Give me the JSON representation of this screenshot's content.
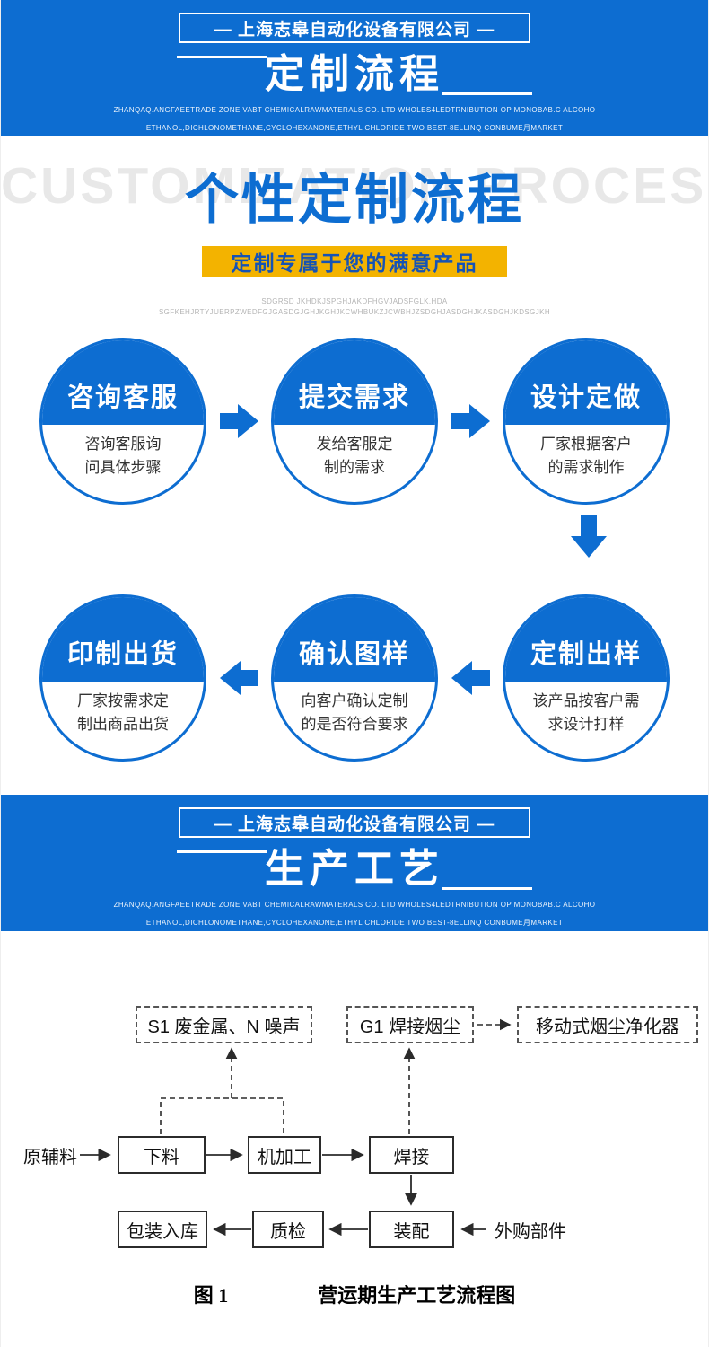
{
  "colors": {
    "primary_blue": "#0d6dd1",
    "accent_yellow": "#f3b300",
    "tagline_text_blue": "#1553b5"
  },
  "banner_top": {
    "company": "— 上海志皋自动化设备有限公司 —",
    "title": "定制流程",
    "fine1": "ZHANQAQ.ANGFAEETRADE ZONE VABT CHEMICALRAWMATERALS CO. LTD WHOLES4LEDTRNIBUTION OP MONOBAB.C ALCOHO",
    "fine2": "ETHANOL,DICHLONOMETHANE,CYCLOHEXANONE,ETHYL CHLORIDE TWO BEST-8ELLINQ CONBUME月MARKET"
  },
  "hero": {
    "watermark": "CUSTOMIZATION PROCESS",
    "title": "个性定制流程",
    "tagline": "定制专属于您的满意产品",
    "fine1": "SDGRSD JKHDKJSPGHJAKDFHGVJADSFGLK.HDA",
    "fine2": "SGFKEHJRTYJUERPZWEDFGJGASDGJGHJKGHJKCWHBUKZJCWBHJZSDGHJASDGHJKASDGHJKDSGJKH"
  },
  "process": {
    "row1": [
      {
        "title": "咨询客服",
        "line1": "咨询客服询",
        "line2": "问具体步骤"
      },
      {
        "title": "提交需求",
        "line1": "发给客服定",
        "line2": "制的需求"
      },
      {
        "title": "设计定做",
        "line1": "厂家根据客户",
        "line2": "的需求制作"
      }
    ],
    "row2": [
      {
        "title": "印制出货",
        "line1": "厂家按需求定",
        "line2": "制出商品出货"
      },
      {
        "title": "确认图样",
        "line1": "向客户确认定制",
        "line2": "的是否符合要求"
      },
      {
        "title": "定制出样",
        "line1": "该产品按客户需",
        "line2": "求设计打样"
      }
    ]
  },
  "banner_mid": {
    "company": "— 上海志皋自动化设备有限公司 —",
    "title": "生产工艺",
    "fine1": "ZHANQAQ.ANGFAEETRADE ZONE VABT CHEMICALRAWMATERALS CO. LTD WHOLES4LEDTRNIBUTION OP MONOBAB.C ALCOHO",
    "fine2": "ETHANOL,DICHLONOMETHANE,CYCLOHEXANONE,ETHYL CHLORIDE TWO BEST-8ELLINQ CONBUME月MARKET"
  },
  "diagram": {
    "emission_boxes": [
      {
        "label": "S1 废金属、N 噪声"
      },
      {
        "label": "G1 焊接烟尘"
      },
      {
        "label": "移动式烟尘净化器"
      }
    ],
    "steps": {
      "xialiao": "下料",
      "jijiagong": "机加工",
      "hanjie": "焊接",
      "zhuangpei": "装配",
      "zhijian": "质检",
      "baozhuangruku": "包装入库"
    },
    "input_label": "原辅料",
    "purchased_label": "外购部件",
    "caption_fig": "图 1",
    "caption_text": "营运期生产工艺流程图"
  }
}
